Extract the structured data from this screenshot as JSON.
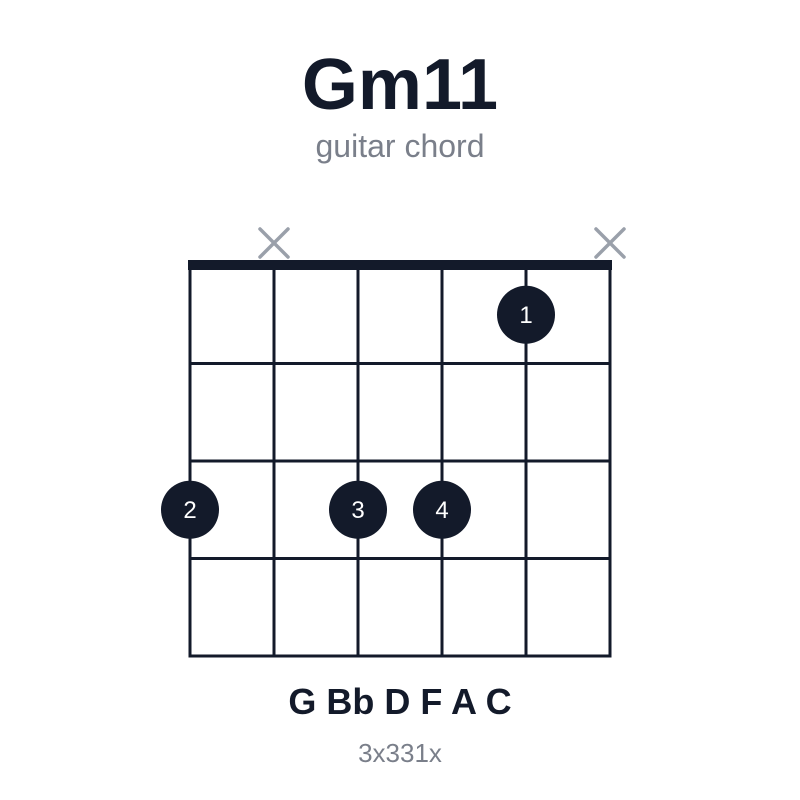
{
  "chord": {
    "name": "Gm11",
    "subtitle": "guitar chord",
    "notes": "G Bb D F A C",
    "fingering": "3x331x"
  },
  "diagram": {
    "strings": 6,
    "frets": 4,
    "muted_strings": [
      2,
      6
    ],
    "fingers": [
      {
        "string": 5,
        "fret": 1,
        "label": "1"
      },
      {
        "string": 1,
        "fret": 3,
        "label": "2"
      },
      {
        "string": 3,
        "fret": 3,
        "label": "3"
      },
      {
        "string": 4,
        "fret": 3,
        "label": "4"
      }
    ]
  },
  "colors": {
    "ink": "#131a2a",
    "muted_marker": "#9aa0aa",
    "secondary_text": "#7a7f8a",
    "finger_label": "#ffffff"
  }
}
